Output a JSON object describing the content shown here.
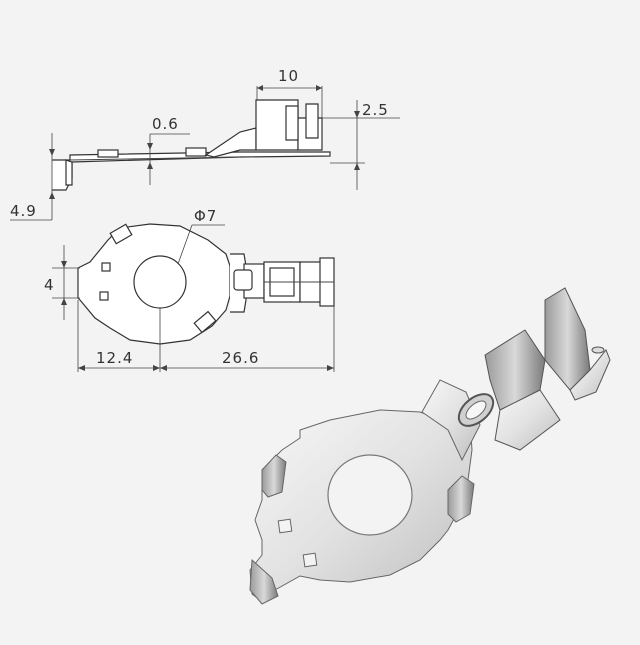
{
  "drawing": {
    "dims": {
      "width_top": "10",
      "thickness": "0.6",
      "height_right": "2.5",
      "height_left": "4.9",
      "hole_diameter": "Φ7",
      "tab_width": "4",
      "len_left": "12.4",
      "len_right": "26.6"
    }
  },
  "colors": {
    "background": "#f3f3f3",
    "line": "#444444",
    "metal_light": "#eeeeee",
    "metal_dark": "#8a8a8a"
  }
}
